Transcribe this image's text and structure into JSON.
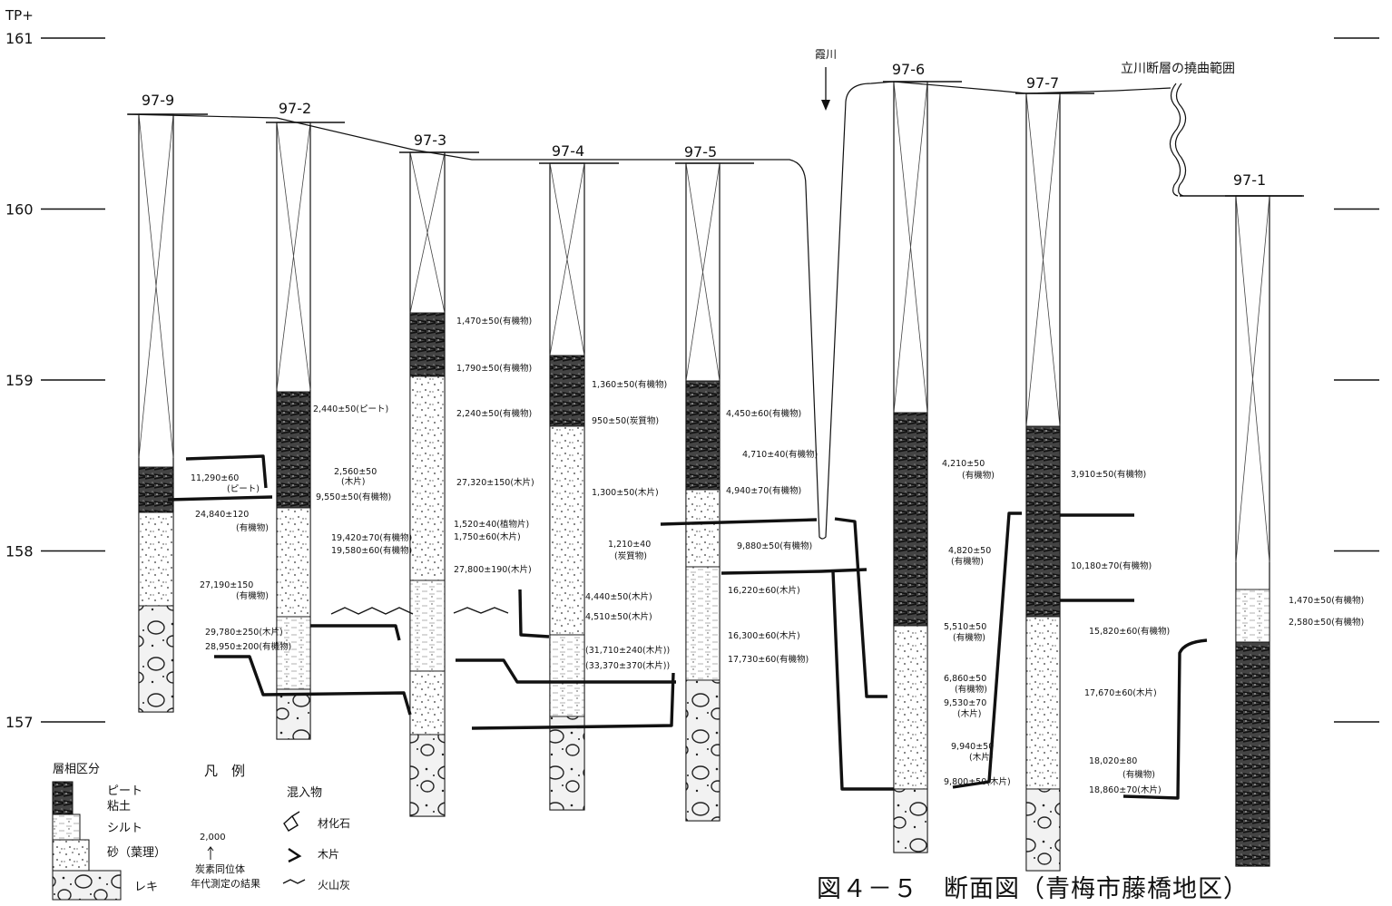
{
  "title": "図４－５　断面図（青梅市藤橋地区）",
  "axis": {
    "label": "TP+",
    "ticks": [
      {
        "value": 161,
        "label": "161"
      },
      {
        "value": 160,
        "label": "160"
      },
      {
        "value": 159,
        "label": "159"
      },
      {
        "value": 158,
        "label": "158"
      },
      {
        "value": 157,
        "label": "157"
      }
    ]
  },
  "top_labels": {
    "river": "霞川",
    "fault": "立川断層の撓曲範囲"
  },
  "columns": [
    {
      "id": "97-9",
      "label": "97-9"
    },
    {
      "id": "97-2",
      "label": "97-2"
    },
    {
      "id": "97-3",
      "label": "97-3"
    },
    {
      "id": "97-4",
      "label": "97-4"
    },
    {
      "id": "97-5",
      "label": "97-5"
    },
    {
      "id": "97-6",
      "label": "97-6"
    },
    {
      "id": "97-7",
      "label": "97-7"
    },
    {
      "id": "97-1",
      "label": "97-1"
    }
  ],
  "dates": [
    {
      "text": "11,290±60"
    },
    {
      "text": "(ピート)"
    },
    {
      "text": "24,840±120"
    },
    {
      "text": "(有機物)"
    },
    {
      "text": "27,190±150"
    },
    {
      "text": "(有機物)"
    },
    {
      "text": "29,780±250(木片)"
    },
    {
      "text": "28,950±200(有機物)"
    },
    {
      "text": "2,440±50(ピート)"
    },
    {
      "text": "2,560±50"
    },
    {
      "text": "(木片)"
    },
    {
      "text": "9,550±50(有機物)"
    },
    {
      "text": "19,420±70(有機物)"
    },
    {
      "text": "19,580±60(有機物)"
    },
    {
      "text": "1,470±50(有機物)"
    },
    {
      "text": "1,790±50(有機物)"
    },
    {
      "text": "2,240±50(有機物)"
    },
    {
      "text": "27,320±150(木片)"
    },
    {
      "text": "1,520±40(植物片)"
    },
    {
      "text": "1,750±60(木片)"
    },
    {
      "text": "27,800±190(木片)"
    },
    {
      "text": "1,360±50(有機物)"
    },
    {
      "text": "950±50(炭質物)"
    },
    {
      "text": "1,300±50(木片)"
    },
    {
      "text": "1,210±40"
    },
    {
      "text": "(炭質物)"
    },
    {
      "text": "4,440±50(木片)"
    },
    {
      "text": "4,510±50(木片)"
    },
    {
      "text": "(31,710±240(木片))"
    },
    {
      "text": "(33,370±370(木片))"
    },
    {
      "text": "4,450±60(有機物)"
    },
    {
      "text": "4,710±40(有機物)"
    },
    {
      "text": "4,940±70(有機物)"
    },
    {
      "text": "9,880±50(有機物)"
    },
    {
      "text": "16,220±60(木片)"
    },
    {
      "text": "16,300±60(木片)"
    },
    {
      "text": "17,730±60(有機物)"
    },
    {
      "text": "4,210±50"
    },
    {
      "text": "(有機物)"
    },
    {
      "text": "4,820±50"
    },
    {
      "text": "(有機物)"
    },
    {
      "text": "5,510±50"
    },
    {
      "text": "(有機物)"
    },
    {
      "text": "6,860±50"
    },
    {
      "text": "(有機物)"
    },
    {
      "text": "9,530±70"
    },
    {
      "text": "(木片)"
    },
    {
      "text": "9,940±50"
    },
    {
      "text": "(木片)"
    },
    {
      "text": "9,800±50(木片)"
    },
    {
      "text": "3,910±50(有機物)"
    },
    {
      "text": "10,180±70(有機物)"
    },
    {
      "text": "15,820±60(有機物)"
    },
    {
      "text": "17,670±60(木片)"
    },
    {
      "text": "18,020±80"
    },
    {
      "text": "(有機物)"
    },
    {
      "text": "18,860±70(木片)"
    },
    {
      "text": "1,470±50(有機物)"
    },
    {
      "text": "2,580±50(有機物)"
    }
  ],
  "legend": {
    "facies_title": "層相区分",
    "facies": [
      "ピート",
      "粘土",
      "シルト",
      "砂（葉理）",
      "レキ"
    ],
    "legend_title": "凡　例",
    "date_example": "2,000",
    "date_note_1": "炭素同位体",
    "date_note_2": "年代測定の結果",
    "inclusions_title": "混入物",
    "inclusions": [
      "材化石",
      "木片",
      "火山灰"
    ]
  }
}
